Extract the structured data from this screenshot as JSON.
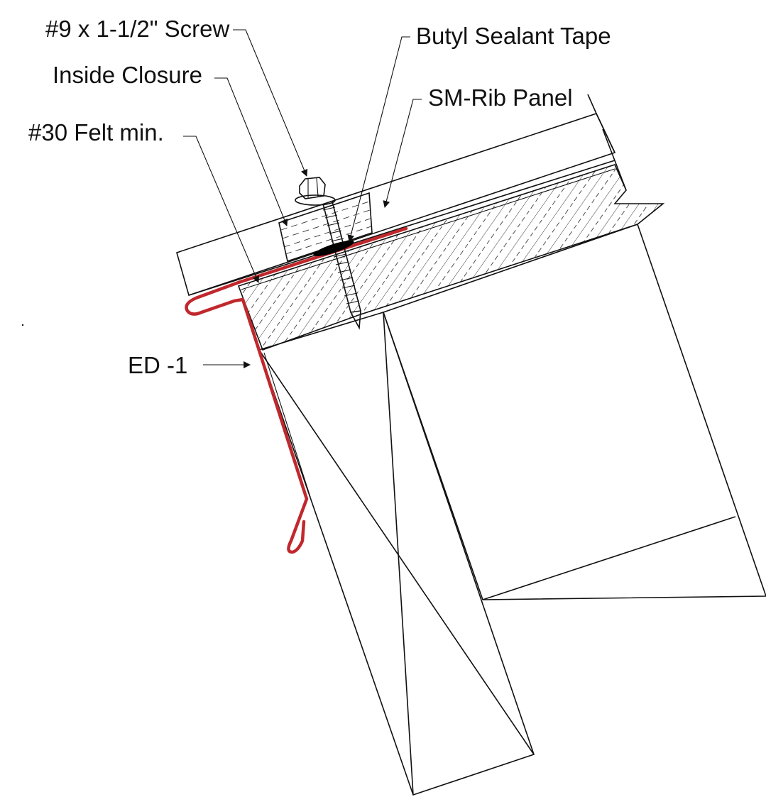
{
  "labels": {
    "screw": "#9 x 1-1/2\" Screw",
    "butyl": "Butyl Sealant Tape",
    "closure": "Inside Closure",
    "panel": "SM-Rib Panel",
    "felt": "#30 Felt min.",
    "edge": "ED -1"
  },
  "colors": {
    "trim": "#c0282d",
    "line": "#111111",
    "sealant": "#000000",
    "background": "#ffffff"
  }
}
